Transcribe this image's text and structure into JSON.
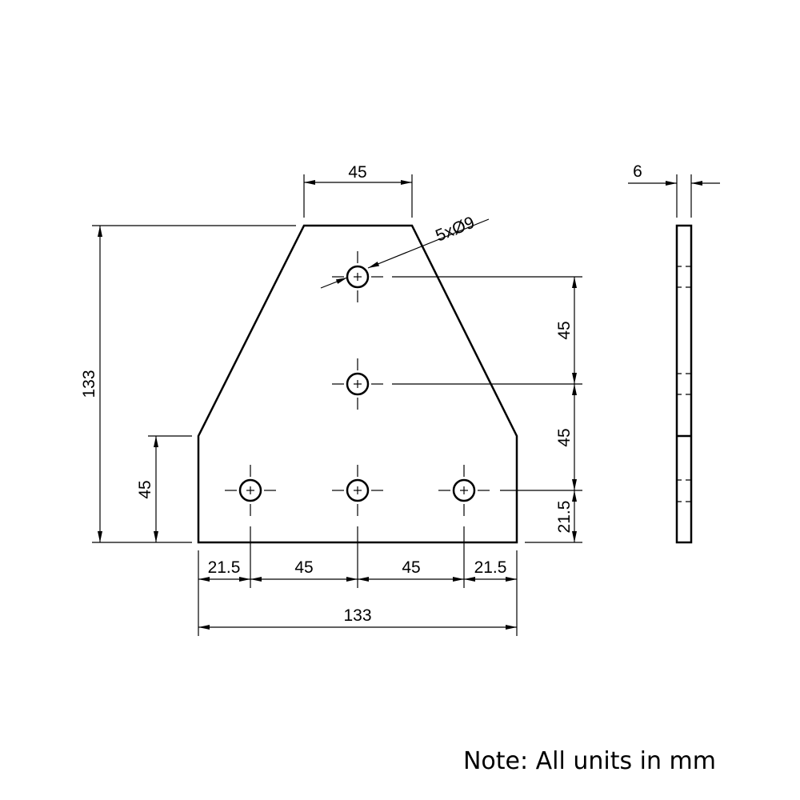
{
  "dimensions": {
    "top_width": "45",
    "thickness": "6",
    "hole_callout": "5xØ9",
    "overall_height": "133",
    "lower_height": "45",
    "right_hole_spacing_upper": "45",
    "right_hole_spacing_lower": "45",
    "right_edge_offset": "21.5",
    "bottom_left_offset": "21.5",
    "bottom_spacing_left": "45",
    "bottom_spacing_right": "45",
    "bottom_right_offset": "21.5",
    "overall_width": "133"
  },
  "note": "Note: All units in mm"
}
